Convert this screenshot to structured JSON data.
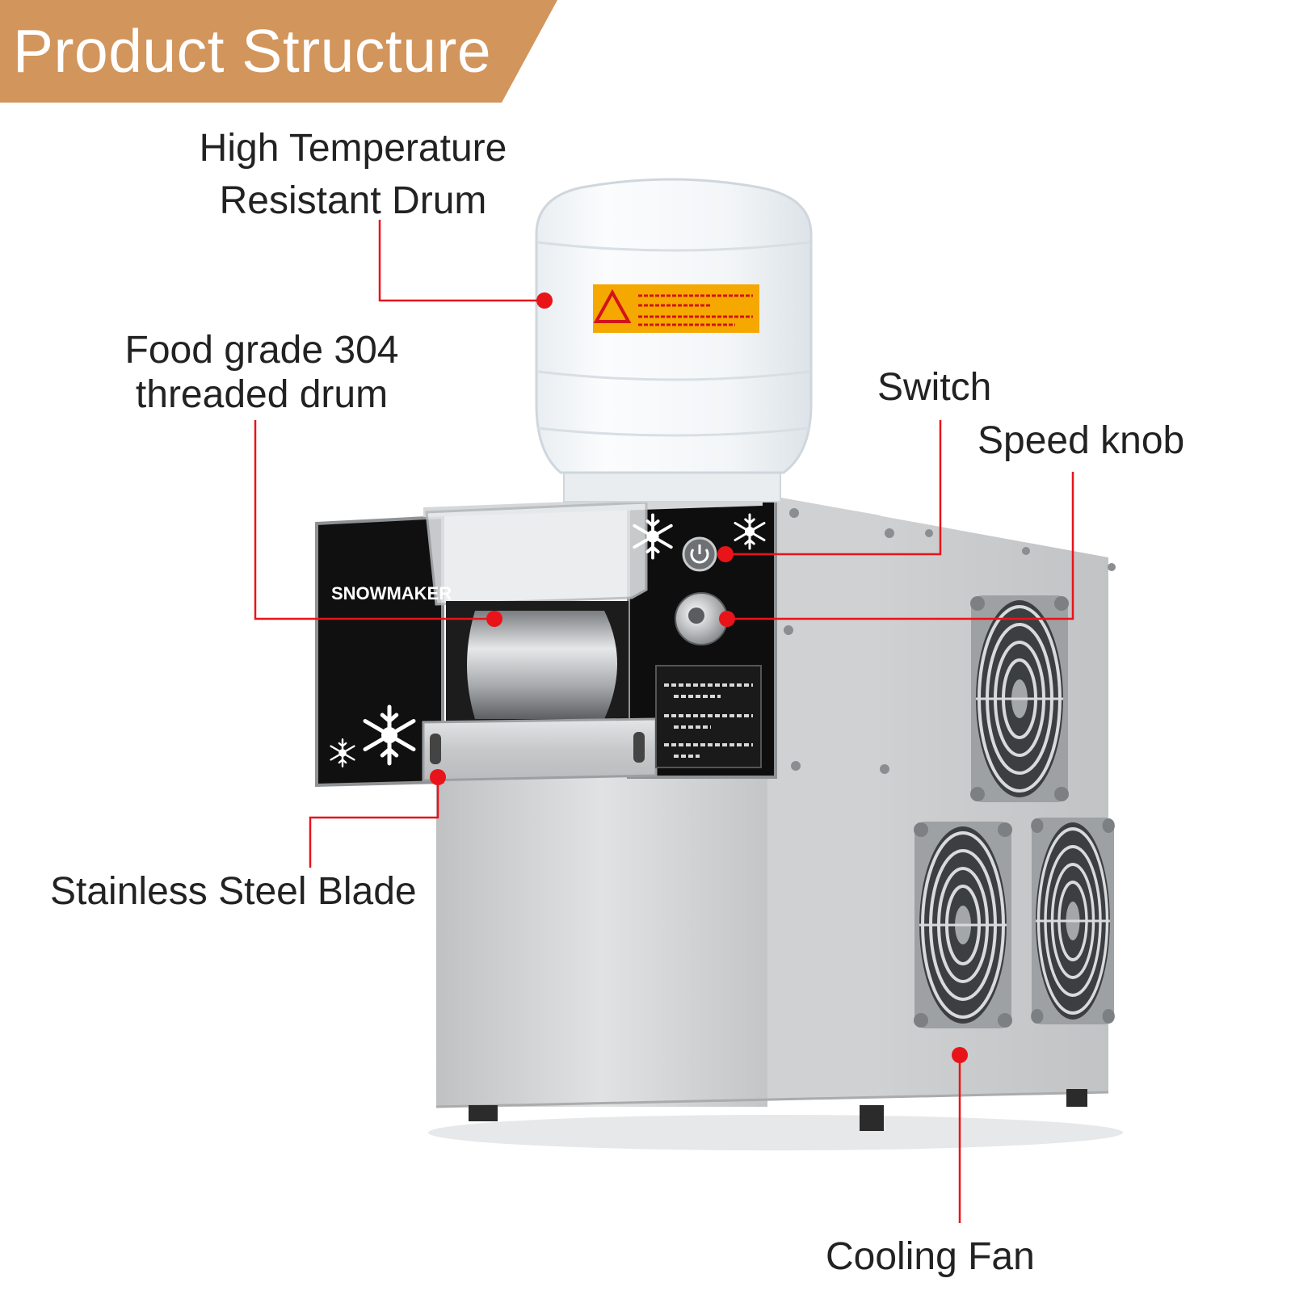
{
  "header": {
    "title": "Product Structure"
  },
  "labels": {
    "drum_line1": "High Temperature",
    "drum_line2": "Resistant Drum",
    "threaded_line1": "Food grade 304",
    "threaded_line2": "threaded drum",
    "switch": "Switch",
    "speed_knob": "Speed knob",
    "blade": "Stainless Steel Blade",
    "cooling_fan": "Cooling Fan"
  },
  "machine": {
    "brand": "SNOWMAKER"
  },
  "colors": {
    "banner": "#d2955c",
    "callout": "#e8141a",
    "steel": "#c9cbcd",
    "panel": "#111111",
    "warning": "#f5a800"
  }
}
